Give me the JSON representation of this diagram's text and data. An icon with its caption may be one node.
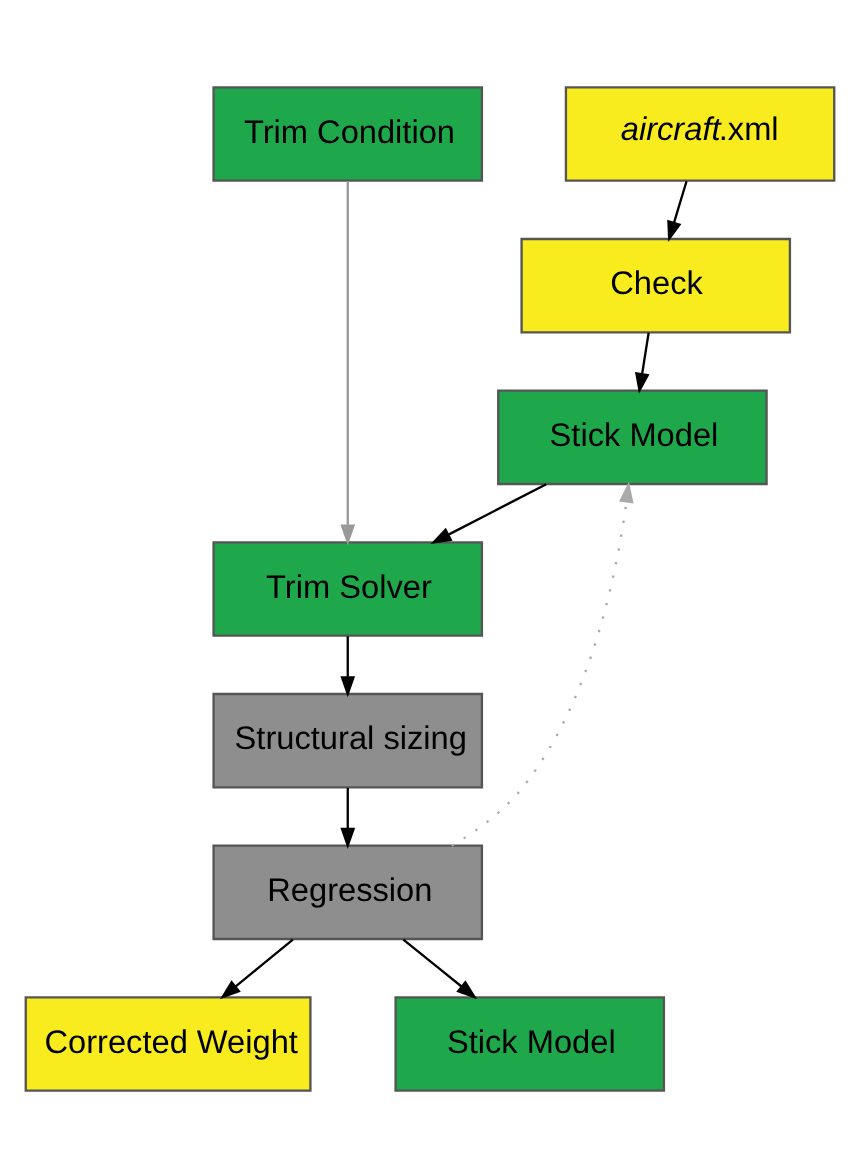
{
  "diagram": {
    "nodes": [
      {
        "text": [
          "Trim Condition"
        ]
      },
      {
        "text": [
          "*aircraft*.xml"
        ]
      },
      {
        "text": [
          "Check"
        ]
      },
      {
        "text": [
          "Stick Model"
        ]
      },
      {
        "text": [
          "Trim Solver"
        ]
      },
      {
        "text": [
          "Structural sizing"
        ]
      },
      {
        "text": [
          "Regression"
        ]
      },
      {
        "text": [
          "Corrected Weight"
        ]
      },
      {
        "text": [
          "Stick Model"
        ]
      }
    ],
    "edges": [
      {
        "from": 1,
        "to": 2,
        "arrow": "to"
      },
      {
        "from": 2,
        "to": 3,
        "arrow": "to"
      },
      {
        "from": 3,
        "to": 4,
        "arrow": "to"
      },
      {
        "from": 0,
        "to": 4,
        "arrow": "to",
        "color": "#999999"
      },
      {
        "from": 4,
        "to": 5,
        "arrow": "to"
      },
      {
        "from": 5,
        "to": 6,
        "arrow": "to"
      },
      {
        "from": 6,
        "to": 3,
        "arrow": "to",
        "style": "dashed",
        "color": "#aaaaaa"
      },
      {
        "from": 6,
        "to": 7,
        "arrow": "to"
      },
      {
        "from": 6,
        "to": 8,
        "arrow": "to"
      }
    ]
  }
}
